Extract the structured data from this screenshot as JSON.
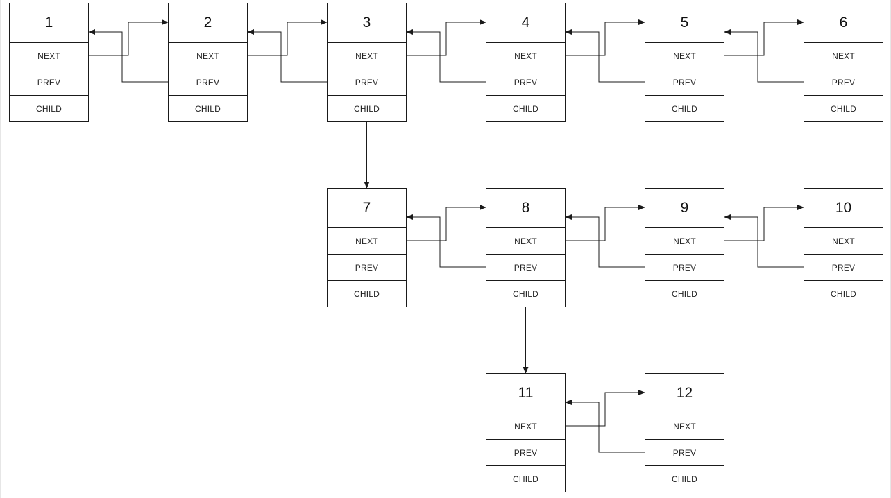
{
  "nodes": [
    {
      "id": "1",
      "fields": [
        "NEXT",
        "PREV",
        "CHILD"
      ]
    },
    {
      "id": "2",
      "fields": [
        "NEXT",
        "PREV",
        "CHILD"
      ]
    },
    {
      "id": "3",
      "fields": [
        "NEXT",
        "PREV",
        "CHILD"
      ]
    },
    {
      "id": "4",
      "fields": [
        "NEXT",
        "PREV",
        "CHILD"
      ]
    },
    {
      "id": "5",
      "fields": [
        "NEXT",
        "PREV",
        "CHILD"
      ]
    },
    {
      "id": "6",
      "fields": [
        "NEXT",
        "PREV",
        "CHILD"
      ]
    },
    {
      "id": "7",
      "fields": [
        "NEXT",
        "PREV",
        "CHILD"
      ]
    },
    {
      "id": "8",
      "fields": [
        "NEXT",
        "PREV",
        "CHILD"
      ]
    },
    {
      "id": "9",
      "fields": [
        "NEXT",
        "PREV",
        "CHILD"
      ]
    },
    {
      "id": "10",
      "fields": [
        "NEXT",
        "PREV",
        "CHILD"
      ]
    },
    {
      "id": "11",
      "fields": [
        "NEXT",
        "PREV",
        "CHILD"
      ]
    },
    {
      "id": "12",
      "fields": [
        "NEXT",
        "PREV",
        "CHILD"
      ]
    }
  ],
  "links": [
    {
      "from": "1",
      "to": "2",
      "type": "next"
    },
    {
      "from": "2",
      "to": "1",
      "type": "prev"
    },
    {
      "from": "2",
      "to": "3",
      "type": "next"
    },
    {
      "from": "3",
      "to": "2",
      "type": "prev"
    },
    {
      "from": "3",
      "to": "4",
      "type": "next"
    },
    {
      "from": "4",
      "to": "3",
      "type": "prev"
    },
    {
      "from": "4",
      "to": "5",
      "type": "next"
    },
    {
      "from": "5",
      "to": "4",
      "type": "prev"
    },
    {
      "from": "5",
      "to": "6",
      "type": "next"
    },
    {
      "from": "6",
      "to": "5",
      "type": "prev"
    },
    {
      "from": "3",
      "to": "7",
      "type": "child"
    },
    {
      "from": "7",
      "to": "8",
      "type": "next"
    },
    {
      "from": "8",
      "to": "7",
      "type": "prev"
    },
    {
      "from": "8",
      "to": "9",
      "type": "next"
    },
    {
      "from": "9",
      "to": "8",
      "type": "prev"
    },
    {
      "from": "9",
      "to": "10",
      "type": "next"
    },
    {
      "from": "10",
      "to": "9",
      "type": "prev"
    },
    {
      "from": "8",
      "to": "11",
      "type": "child"
    },
    {
      "from": "11",
      "to": "12",
      "type": "next"
    },
    {
      "from": "12",
      "to": "11",
      "type": "prev"
    }
  ],
  "colors": {
    "line": "#1a1a1a",
    "background": "#ffffff"
  }
}
